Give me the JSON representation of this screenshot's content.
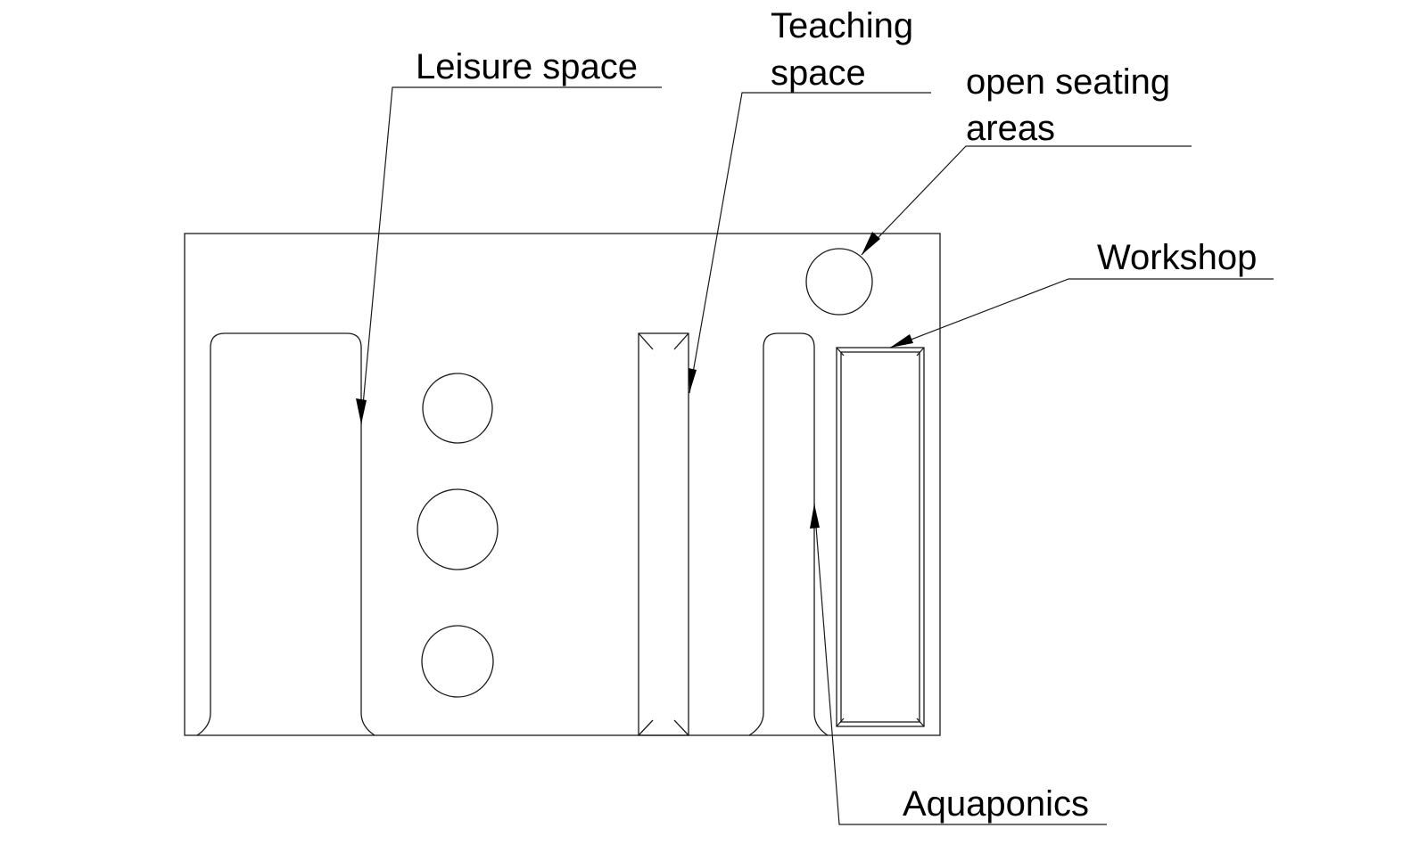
{
  "labels": {
    "leisure": "Leisure space",
    "teaching_line1": "Teaching",
    "teaching_line2": "space",
    "seating_line1": "open seating",
    "seating_line2": "areas",
    "workshop": "Workshop",
    "aquaponics": "Aquaponics"
  },
  "colors": {
    "line": "#1a1a1a",
    "text": "#000000",
    "background": "#ffffff"
  }
}
